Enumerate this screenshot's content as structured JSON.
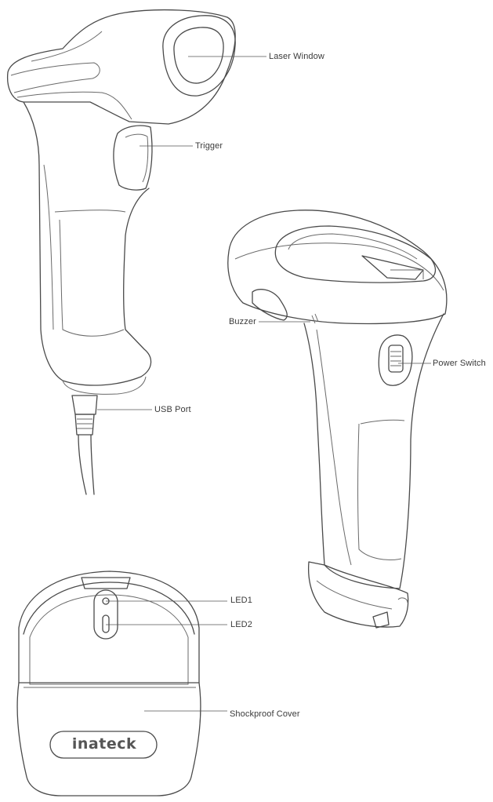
{
  "labels": {
    "laser_window": "Laser Window",
    "trigger": "Trigger",
    "usb_port": "USB Port",
    "buzzer": "Buzzer",
    "power_switch": "Power Switch",
    "led1": "LED1",
    "led2": "LED2",
    "shockproof_cover": "Shockproof Cover"
  },
  "brand": "inateck",
  "colors": {
    "line": "#4a4a4a",
    "text": "#3a3a3a",
    "background": "#ffffff"
  }
}
